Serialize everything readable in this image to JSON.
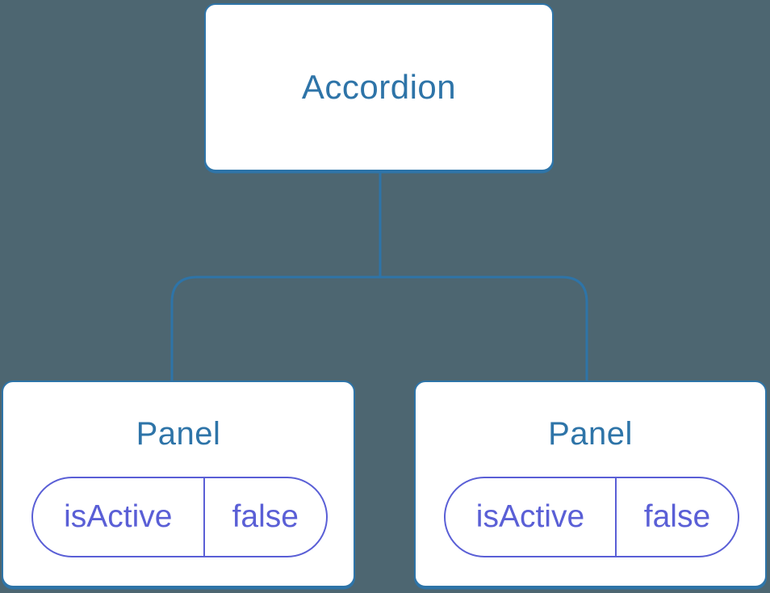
{
  "diagram": {
    "root": {
      "label": "Accordion"
    },
    "children": [
      {
        "label": "Panel",
        "state": {
          "name": "isActive",
          "value": "false"
        }
      },
      {
        "label": "Panel",
        "state": {
          "name": "isActive",
          "value": "false"
        }
      }
    ]
  },
  "colors": {
    "background": "#4D6671",
    "node_fill": "#FFFFFF",
    "node_accent": "#2E74A8",
    "state_accent": "#5A5FD6"
  }
}
